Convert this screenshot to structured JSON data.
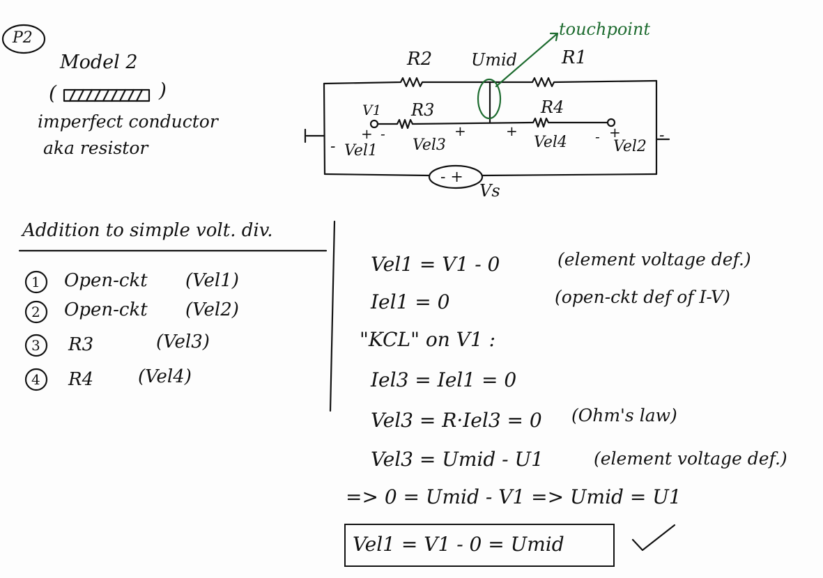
{
  "page_tag": "P2",
  "model": {
    "title": "Model 2",
    "open_paren": "(",
    "close_paren": ")",
    "line1": "imperfect conductor",
    "line2": "aka resistor"
  },
  "circuit": {
    "r2": "R2",
    "umid": "Umid",
    "r1": "R1",
    "touchpoint": "touchpoint",
    "v1": "V1",
    "r3": "R3",
    "r4": "R4",
    "vel1": "Vel1",
    "vel3": "Vel3",
    "vel4": "Vel4",
    "vel2": "Vel2",
    "vs": "Vs",
    "source_symbol": "- +",
    "plus": "+",
    "minus": "-"
  },
  "addition": {
    "heading": "Addition to simple volt. div.",
    "items": [
      {
        "num": "1",
        "name": "Open-ckt",
        "var": "(Vel1)"
      },
      {
        "num": "2",
        "name": "Open-ckt",
        "var": "(Vel2)"
      },
      {
        "num": "3",
        "name": "R3",
        "var": "(Vel3)"
      },
      {
        "num": "4",
        "name": "R4",
        "var": "(Vel4)"
      }
    ]
  },
  "derivation": [
    {
      "eq": "Vel1 = V1 - 0",
      "note": "(element voltage def.)"
    },
    {
      "eq": "Iel1 = 0",
      "note": "(open-ckt def of I-V)"
    },
    {
      "eq": "\"KCL\" on V1 :",
      "note": ""
    },
    {
      "eq": "Iel3 = Iel1 = 0",
      "note": ""
    },
    {
      "eq": "Vel3 = R·Iel3 = 0",
      "note": "(Ohm's law)"
    },
    {
      "eq": "Vel3 = Umid - U1",
      "note": "(element voltage def.)"
    },
    {
      "eq": "=> 0 = Umid - V1 => Umid = U1",
      "note": ""
    }
  ],
  "result": "Vel1 = V1 - 0 = Umid"
}
